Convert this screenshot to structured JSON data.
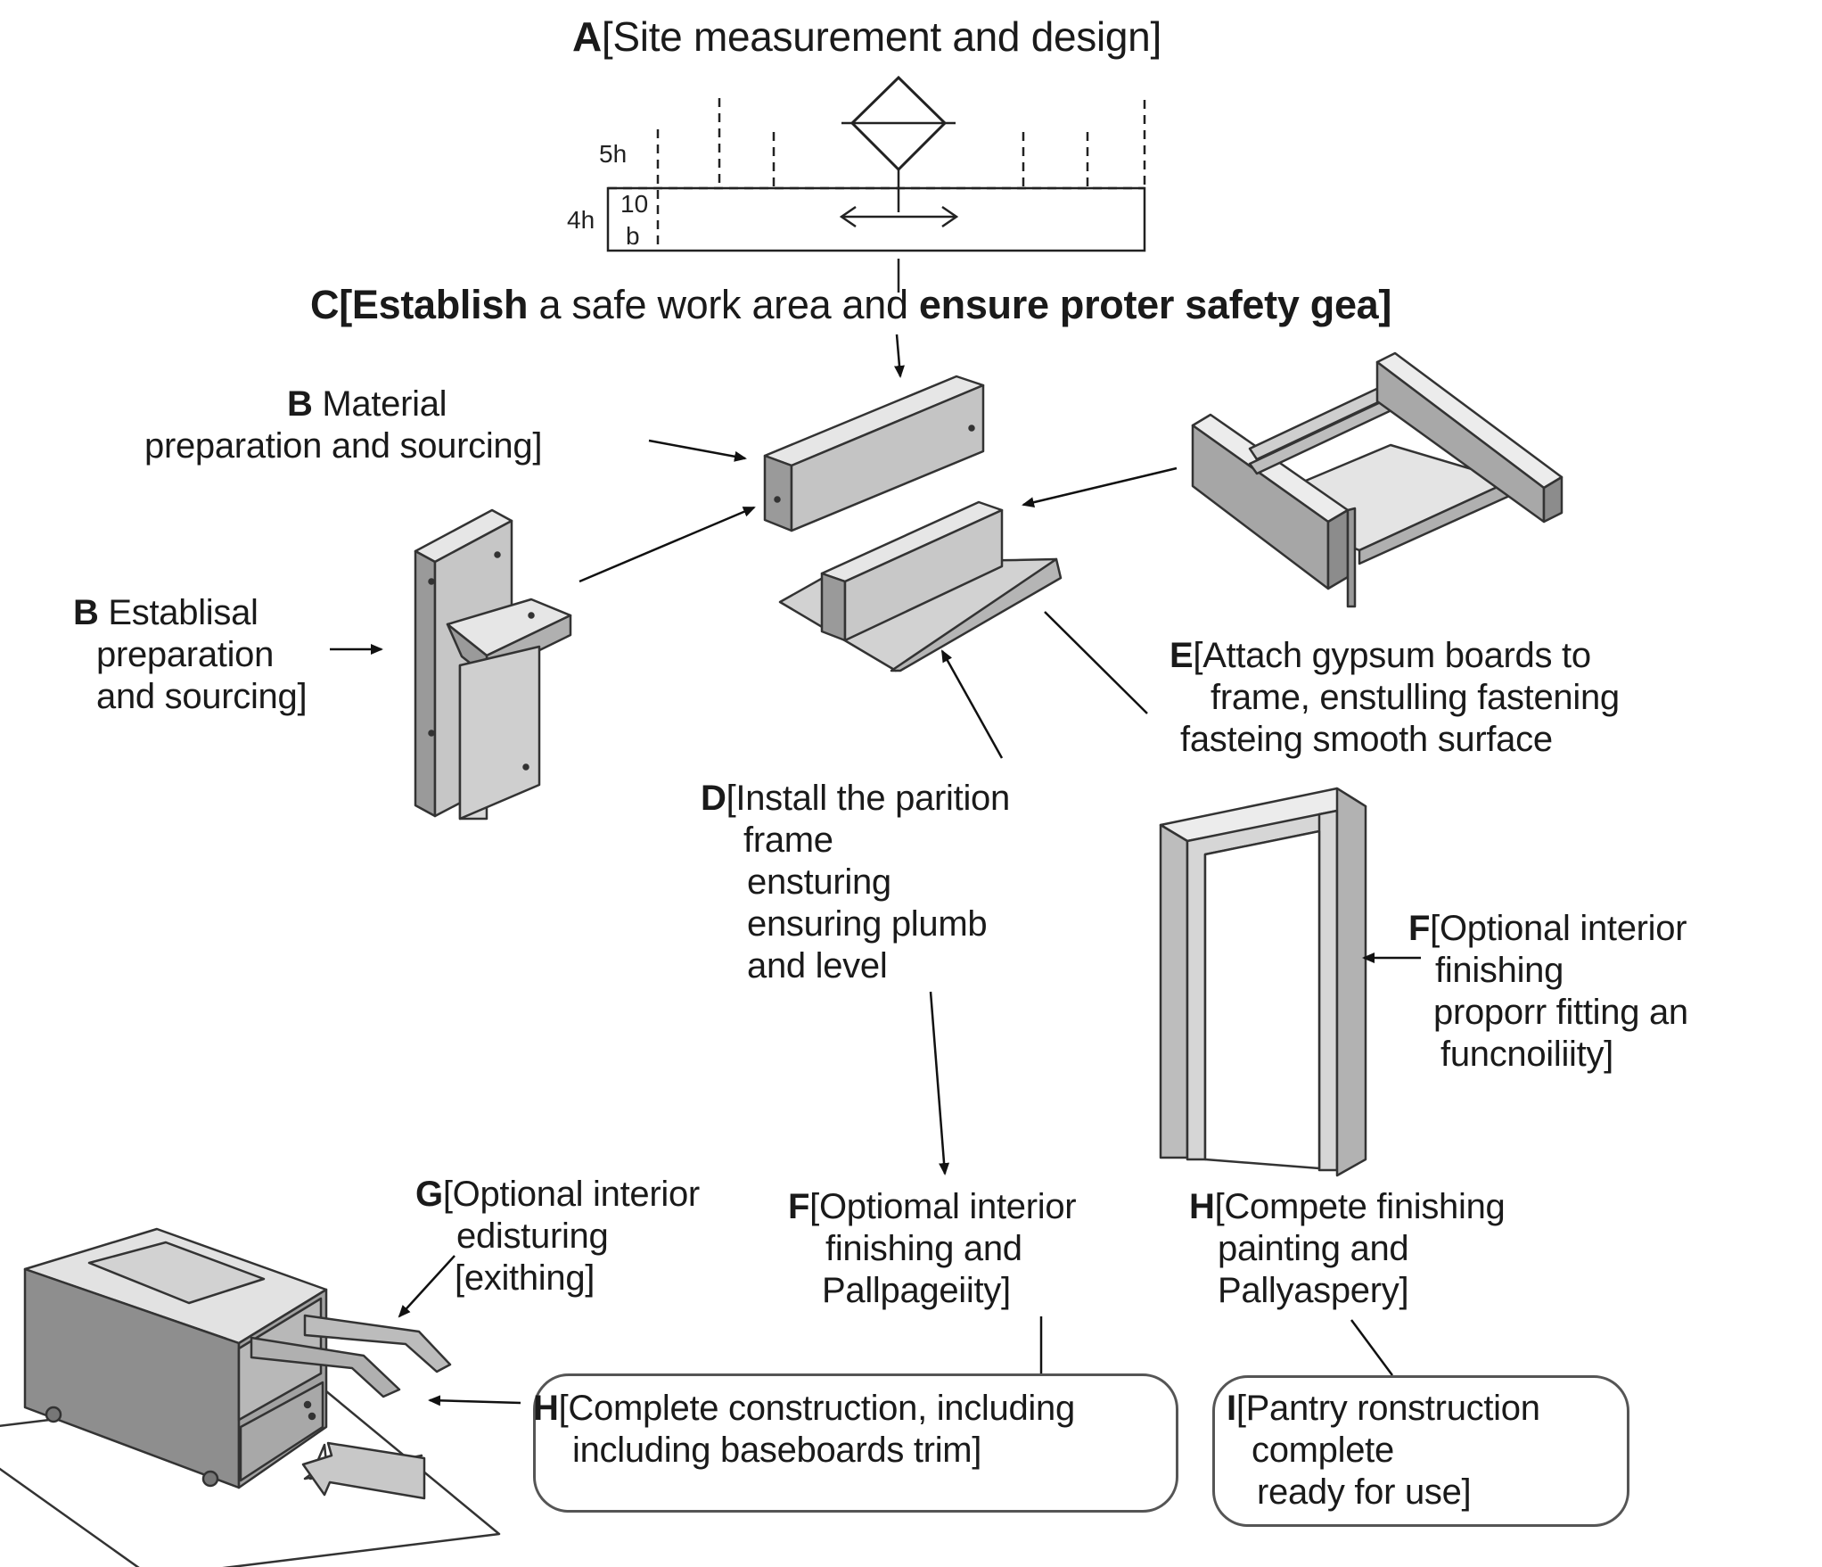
{
  "labels": {
    "a": {
      "letter": "A",
      "text": "[Site measurement and design]"
    },
    "c": {
      "letter": "C",
      "bold_part": "[Establish",
      "mid_part": " a safe work area and ",
      "bold_tail": "ensure proter safety gea]"
    },
    "b1": {
      "letter": "B",
      "lines": [
        " Material",
        "preparation and sourcing]"
      ]
    },
    "b2": {
      "letter": "B",
      "lines": [
        " Establisal",
        "preparation",
        "and sourcing]"
      ]
    },
    "e": {
      "letter": "E",
      "lines": [
        "[Attach gypsum boards to",
        "frame, enstulling fastening",
        "fasteing smooth surface"
      ]
    },
    "d": {
      "letter": "D",
      "lines": [
        "[Install the parition",
        "frame",
        "ensturing",
        "ensuring plumb",
        "and level"
      ]
    },
    "f1": {
      "letter": "F",
      "lines": [
        "[Optional interior",
        "finishing",
        "proporr fitting an",
        "funcnoiliity]"
      ]
    },
    "g": {
      "letter": "G",
      "lines": [
        "[Optional interior",
        "edisturing",
        "[exithing]"
      ]
    },
    "f2": {
      "letter": "F",
      "lines": [
        "[Optiomal interior",
        "finishing and",
        "Pallpageiity]"
      ]
    },
    "h1": {
      "letter": "H",
      "lines": [
        "[Compete finishing",
        "painting and",
        "Pallyaspery]"
      ]
    },
    "h2": {
      "letter": "H",
      "lines": [
        "[Complete construction, including",
        "including baseboards trim]"
      ]
    },
    "i": {
      "letter": "I",
      "lines": [
        "[Pantry ronstruction",
        "complete",
        "ready for use]"
      ]
    }
  },
  "dims": {
    "d5h": "5h",
    "d4h": "4h",
    "d10": "10",
    "db": "b"
  }
}
